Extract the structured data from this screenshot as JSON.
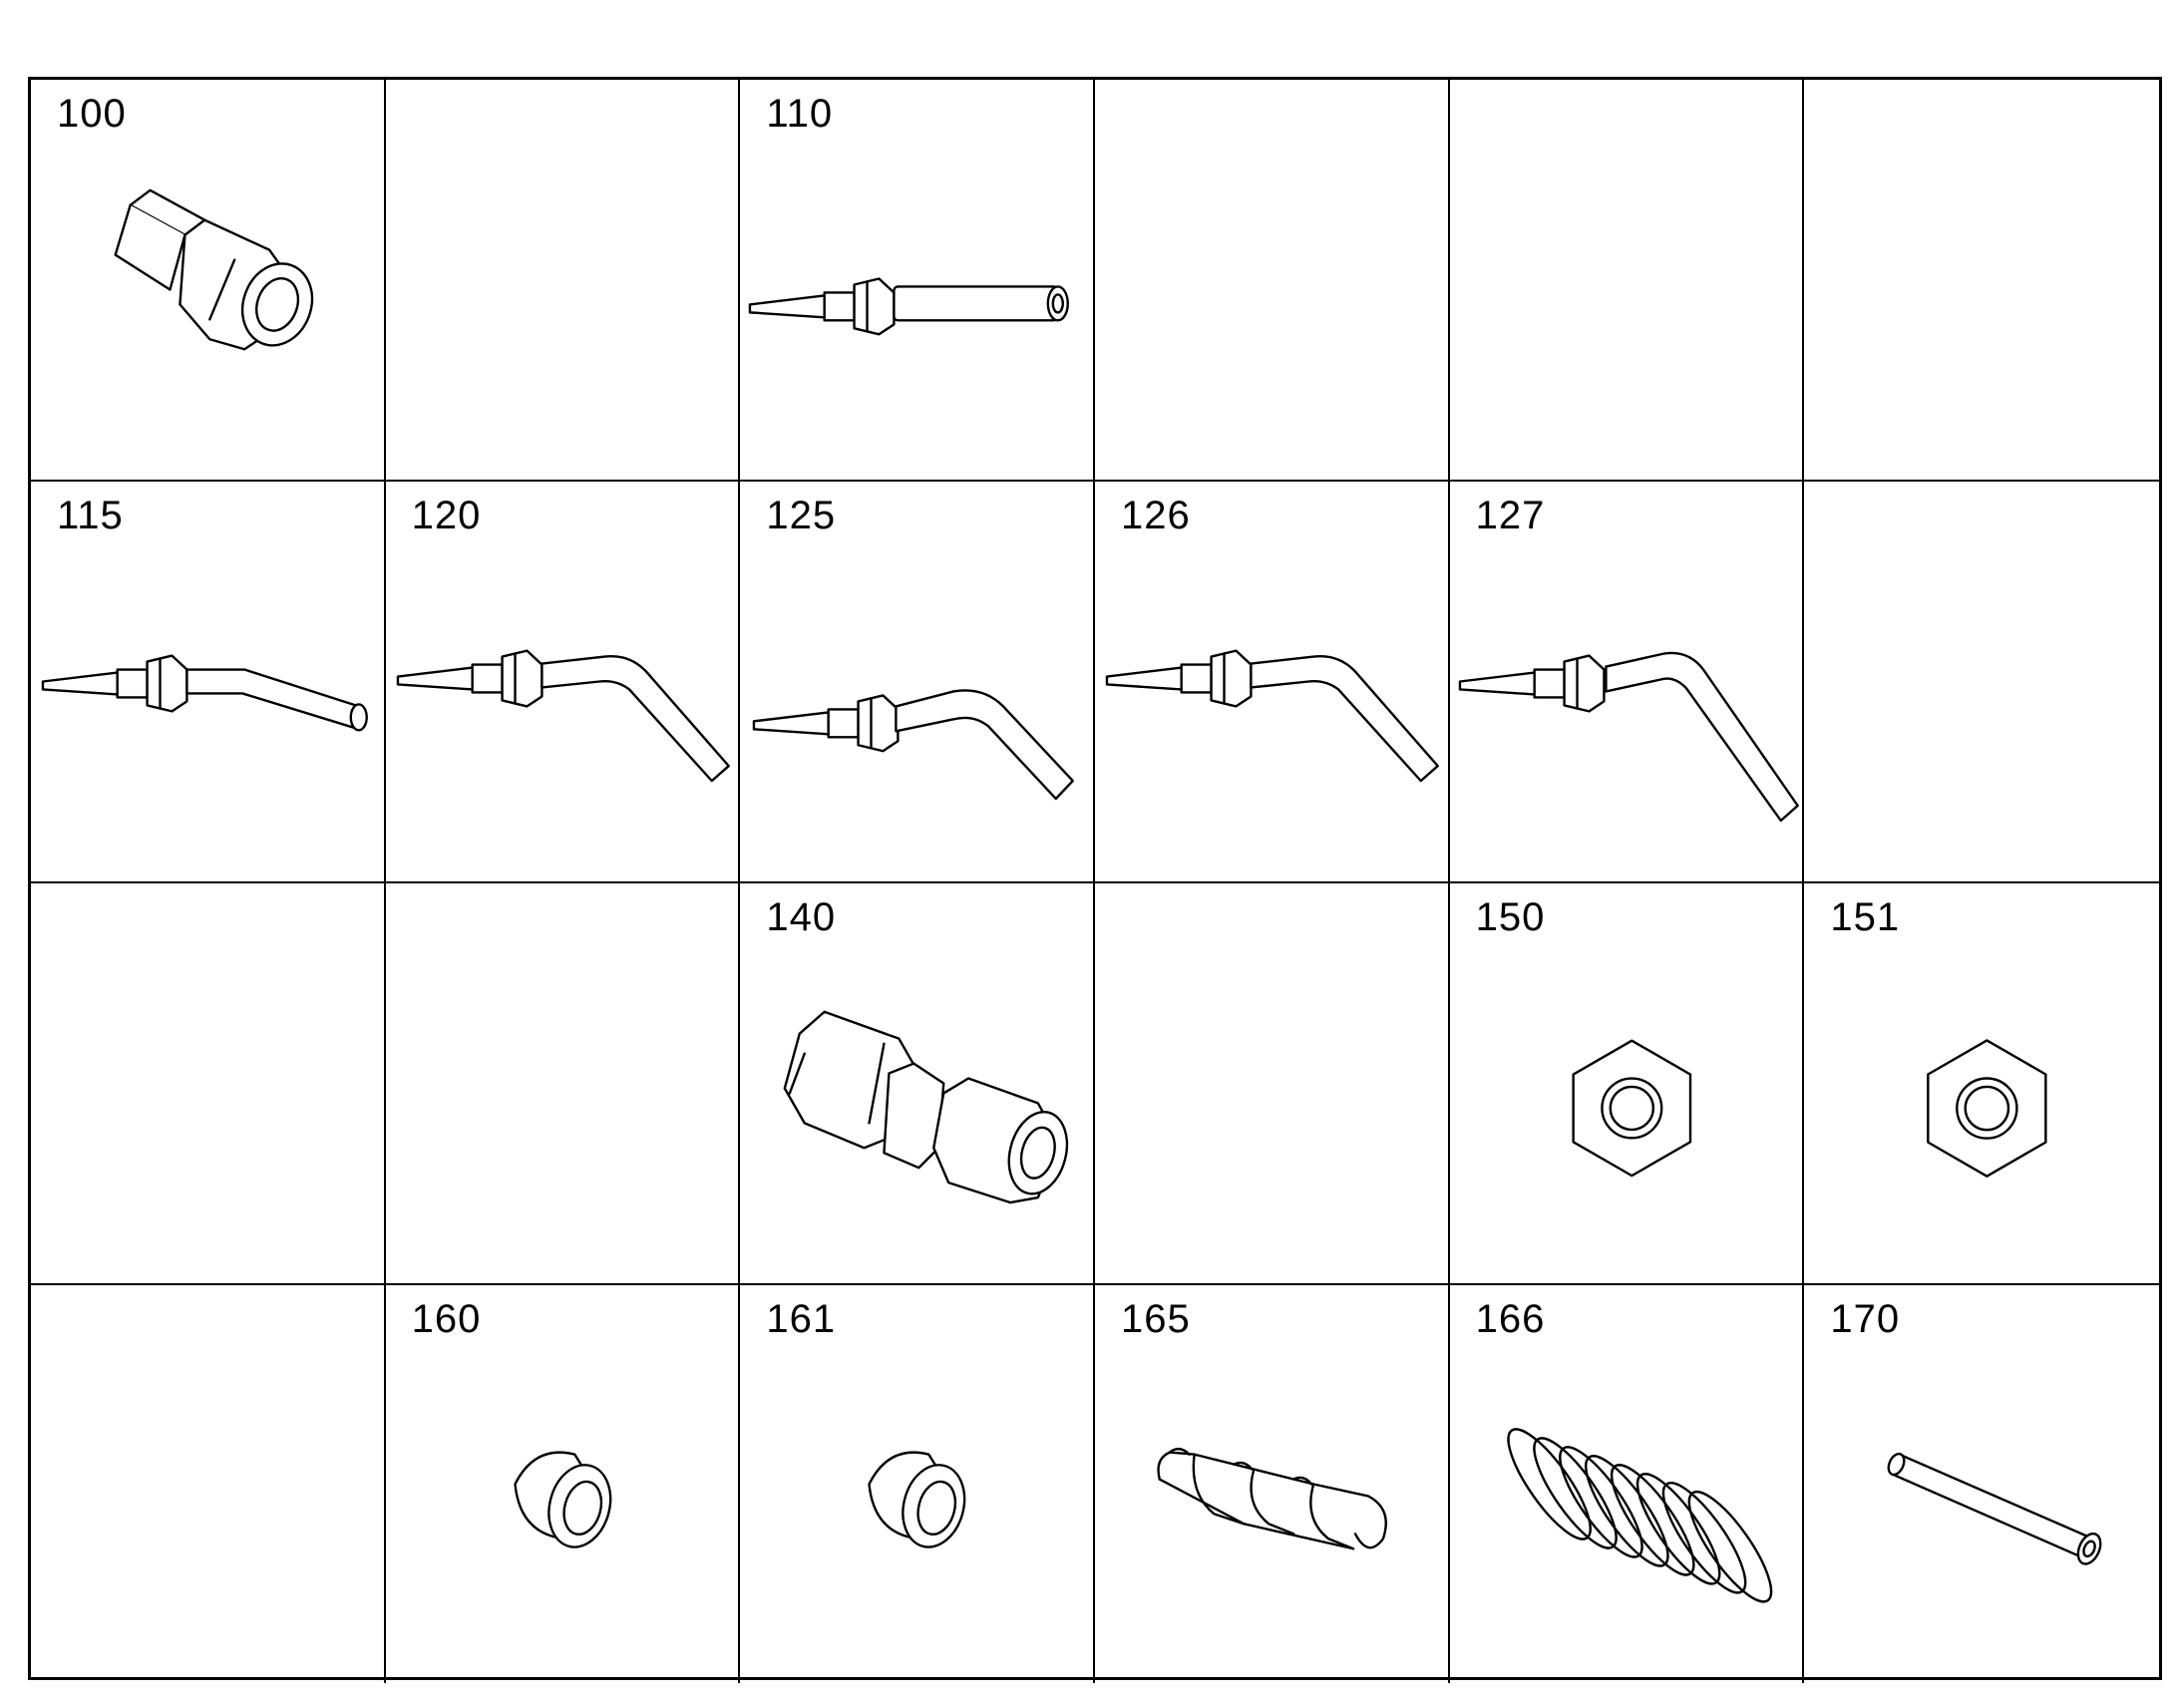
{
  "parts_grid": {
    "columns": 6,
    "rows": 4,
    "cells": [
      {
        "label": "100",
        "icon": "union-fitting-icon"
      },
      {
        "label": "",
        "icon": ""
      },
      {
        "label": "110",
        "icon": "straight-tube-stub-icon"
      },
      {
        "label": "",
        "icon": ""
      },
      {
        "label": "",
        "icon": ""
      },
      {
        "label": "",
        "icon": ""
      },
      {
        "label": "115",
        "icon": "shallow-bent-tube-icon"
      },
      {
        "label": "120",
        "icon": "bent-tube-icon"
      },
      {
        "label": "125",
        "icon": "short-bent-tube-icon"
      },
      {
        "label": "126",
        "icon": "bent-tube-icon"
      },
      {
        "label": "127",
        "icon": "long-bent-tube-icon"
      },
      {
        "label": "",
        "icon": ""
      },
      {
        "label": "",
        "icon": ""
      },
      {
        "label": "",
        "icon": ""
      },
      {
        "label": "140",
        "icon": "straight-union-icon"
      },
      {
        "label": "",
        "icon": ""
      },
      {
        "label": "150",
        "icon": "hex-nut-icon"
      },
      {
        "label": "151",
        "icon": "hex-nut-icon"
      },
      {
        "label": "",
        "icon": ""
      },
      {
        "label": "160",
        "icon": "ferrule-icon"
      },
      {
        "label": "161",
        "icon": "ferrule-icon"
      },
      {
        "label": "165",
        "icon": "spiral-guard-icon"
      },
      {
        "label": "166",
        "icon": "coil-spring-icon"
      },
      {
        "label": "170",
        "icon": "tube-icon"
      }
    ]
  }
}
